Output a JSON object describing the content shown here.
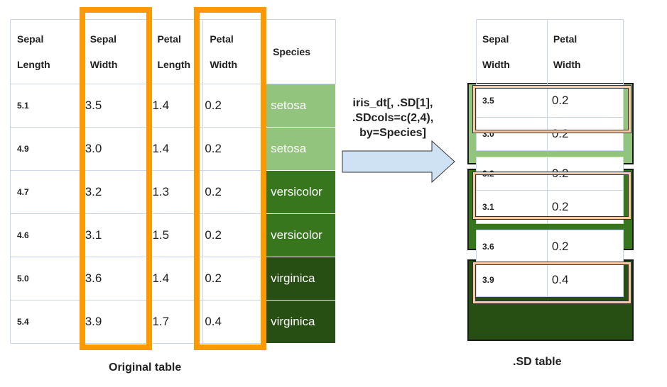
{
  "original_table": {
    "headers": [
      [
        "Sepal",
        "Length"
      ],
      [
        "Sepal",
        "Width"
      ],
      [
        "Petal",
        "Length"
      ],
      [
        "Petal",
        "Width"
      ],
      [
        "Species",
        ""
      ]
    ],
    "rows": [
      [
        "5.1",
        "3.5",
        "1.4",
        "0.2",
        "setosa"
      ],
      [
        "4.9",
        "3.0",
        "1.4",
        "0.2",
        "setosa"
      ],
      [
        "4.7",
        "3.2",
        "1.3",
        "0.2",
        "versicolor"
      ],
      [
        "4.6",
        "3.1",
        "1.5",
        "0.2",
        "versicolor"
      ],
      [
        "5.0",
        "3.6",
        "1.4",
        "0.2",
        "virginica"
      ],
      [
        "5.4",
        "3.9",
        "1.7",
        "0.4",
        "virginica"
      ]
    ],
    "caption": "Original table"
  },
  "species_colors": {
    "setosa": "#93c47d",
    "versicolor": "#38761d",
    "virginica": "#274e13"
  },
  "highlight_color": "#ff9900",
  "highlight_row_color": "#f8c9a6",
  "code_lines": [
    "iris_dt[, .SD[1],",
    ".SDcols=c(2,4),",
    "by=Species]"
  ],
  "arrow_color": "#cfe2f3",
  "sd_table": {
    "headers": [
      [
        "Sepal",
        "Width"
      ],
      [
        "Petal",
        "Width"
      ]
    ],
    "rows": [
      [
        "3.5",
        "0.2"
      ],
      [
        "3.0",
        "0.2"
      ],
      [
        "3.2",
        "0.2"
      ],
      [
        "3.1",
        "0.2"
      ],
      [
        "3.6",
        "0.2"
      ],
      [
        "3.9",
        "0.4"
      ]
    ],
    "caption": ".SD table"
  }
}
